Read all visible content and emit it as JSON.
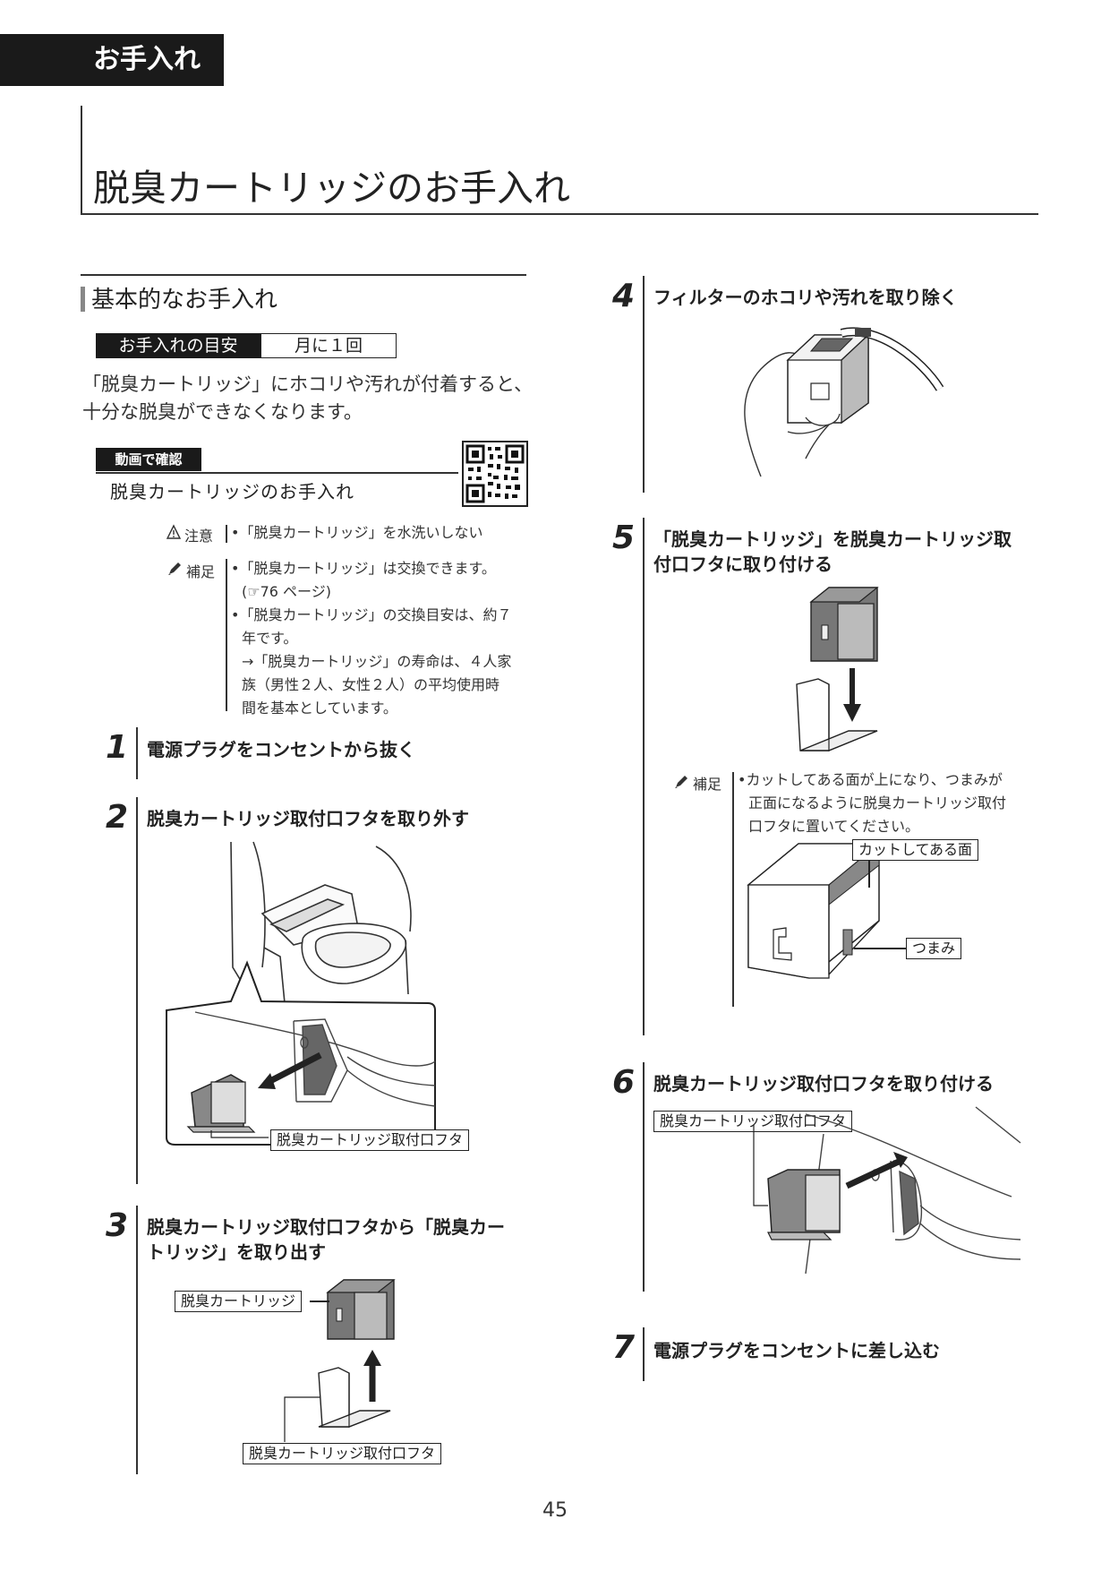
{
  "header": {
    "tab": "お手入れ",
    "title": "脱臭カートリッジのお手入れ"
  },
  "section": {
    "title": "基本的なお手入れ"
  },
  "guide": {
    "label": "お手入れの目安",
    "value": "月に１回"
  },
  "intro": "「脱臭カートリッジ」にホコリや汚れが付着すると、十分な脱臭ができなくなります。",
  "video": {
    "badge": "動画で確認",
    "title": "脱臭カートリッジのお手入れ"
  },
  "caution": {
    "label": "注意",
    "items": [
      "•「脱臭カートリッジ」を水洗いしない"
    ]
  },
  "supplement": {
    "label": "補足",
    "lines": [
      "•「脱臭カートリッジ」は交換できます。",
      "(☞76 ページ)",
      "•「脱臭カートリッジ」の交換目安は、約７",
      "年です。",
      "→「脱臭カートリッジ」の寿命は、４人家",
      "族（男性２人、女性２人）の平均使用時",
      "間を基本としています。"
    ]
  },
  "steps": [
    {
      "num": "1",
      "text": "電源プラグをコンセントから抜く"
    },
    {
      "num": "2",
      "text": "脱臭カートリッジ取付口フタを取り外す"
    },
    {
      "num": "3",
      "text": "脱臭カートリッジ取付口フタから「脱臭カー",
      "text2": "トリッジ」を取り出す"
    },
    {
      "num": "4",
      "text": "フィルターのホコリや汚れを取り除く"
    },
    {
      "num": "5",
      "text": "「脱臭カートリッジ」を脱臭カートリッジ取",
      "text2": "付口フタに取り付ける"
    },
    {
      "num": "6",
      "text": "脱臭カートリッジ取付口フタを取り付ける"
    },
    {
      "num": "7",
      "text": "電源プラグをコンセントに差し込む"
    }
  ],
  "callouts": {
    "lid": "脱臭カートリッジ取付口フタ",
    "cartridge": "脱臭カートリッジ",
    "cut_face": "カットしてある面",
    "knob": "つまみ"
  },
  "step5_note": {
    "label": "補足",
    "lines": [
      "•カットしてある面が上になり、つまみが",
      "正面になるように脱臭カートリッジ取付",
      "口フタに置いてください。"
    ]
  },
  "page_number": "45"
}
